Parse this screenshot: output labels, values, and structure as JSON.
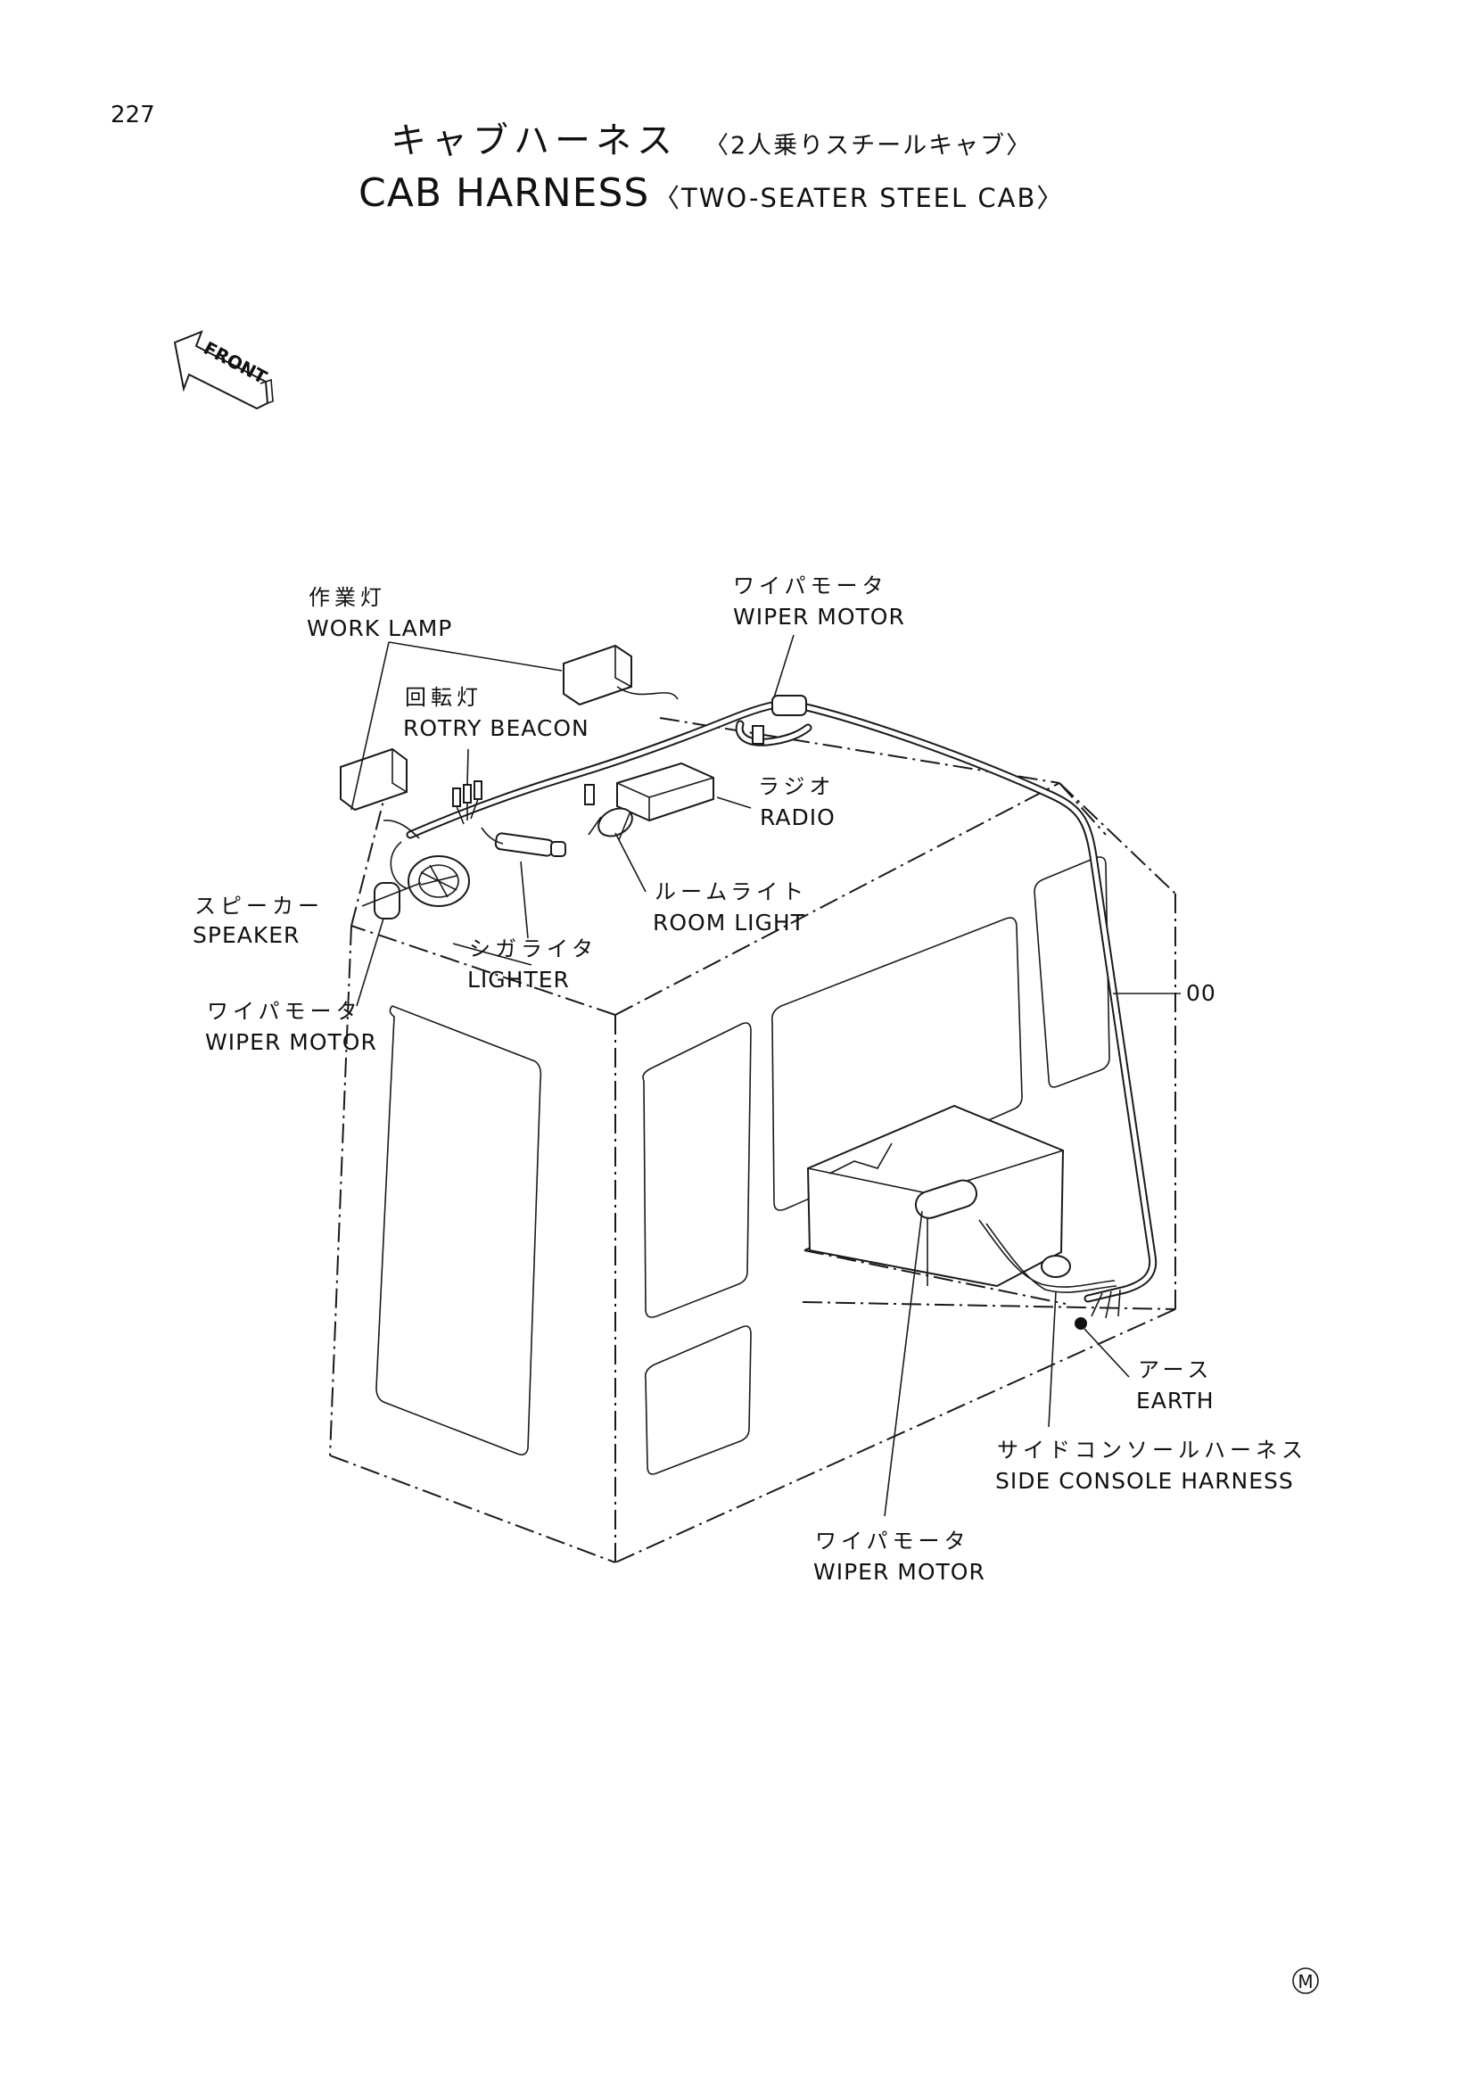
{
  "page_number": "227",
  "title": {
    "jp_main": "キャブハーネス",
    "jp_sub": "〈2人乗りスチールキャブ〉",
    "en_main": "CAB HARNESS",
    "en_sub": "〈TWO-SEATER STEEL CAB〉"
  },
  "front_marker": "FRONT",
  "labels": {
    "work_lamp": {
      "jp": "作業灯",
      "en": "WORK LAMP"
    },
    "wiper_motor_top": {
      "jp": "ワイパモータ",
      "en": "WIPER MOTOR"
    },
    "rotry_beacon": {
      "jp": "回転灯",
      "en": "ROTRY BEACON"
    },
    "radio": {
      "jp": "ラジオ",
      "en": "RADIO"
    },
    "room_light": {
      "jp": "ルームライト",
      "en": "ROOM LIGHT"
    },
    "speaker": {
      "jp": "スピーカー",
      "en": "SPEAKER"
    },
    "lighter": {
      "jp": "シガライタ",
      "en": "LIGHTER"
    },
    "wiper_motor_left": {
      "jp": "ワイパモータ",
      "en": "WIPER MOTOR"
    },
    "part_00": "00",
    "earth": {
      "jp": "アース",
      "en": "EARTH"
    },
    "side_console_harness": {
      "jp": "サイドコンソールハーネス",
      "en": "SIDE CONSOLE HARNESS"
    },
    "wiper_motor_bottom": {
      "jp": "ワイパモータ",
      "en": "WIPER MOTOR"
    }
  },
  "corner_mark": "M"
}
